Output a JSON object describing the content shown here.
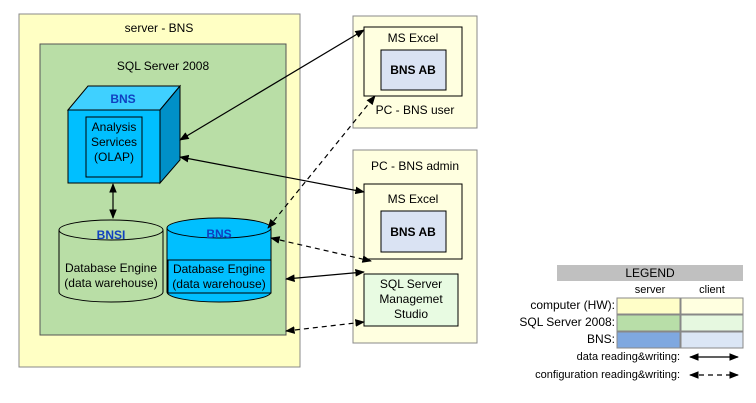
{
  "server": {
    "title": "server - BNS",
    "sql_server": {
      "title": "SQL Server 2008",
      "analysis_cube": {
        "title": "BNS",
        "label_lines": [
          "Analysis",
          "Services",
          "(OLAP)"
        ]
      },
      "db_bnsi": {
        "title": "BNSI",
        "label_lines": [
          "Database Engine",
          "(data warehouse)"
        ]
      },
      "db_bns": {
        "title": "BNS",
        "label_lines": [
          "Database Engine",
          "(data warehouse)"
        ]
      }
    }
  },
  "pc_user": {
    "title": "PC - BNS user",
    "app": {
      "title": "MS Excel",
      "inner": "BNS AB"
    }
  },
  "pc_admin": {
    "title": "PC - BNS admin",
    "app": {
      "title": "MS Excel",
      "inner": "BNS AB"
    },
    "studio_lines": [
      "SQL Server",
      "Managemet",
      "Studio"
    ]
  },
  "legend": {
    "title": "LEGEND",
    "columns": [
      "server",
      "client"
    ],
    "rows": [
      {
        "label": "computer (HW):",
        "server_color": "#fffec8",
        "client_color": "#ffffe0"
      },
      {
        "label": "SQL Server 2008:",
        "server_color": "#b8dea8",
        "client_color": "#e6f8e0"
      },
      {
        "label": "BNS:",
        "server_color": "#7fa8e0",
        "client_color": "#dbe6f5"
      }
    ],
    "data_label": "data reading&writing:",
    "config_label": "configuration reading&writing:"
  },
  "colors": {
    "server_fill": "#ffffc4",
    "sql_fill": "#b9dea6",
    "cyan": "#00bfff",
    "pc_fill": "#ffffe0",
    "studio_fill": "#e8fbe2",
    "app_inner_fill": "#dae3f3",
    "legend_header": "#c0c0c0"
  }
}
